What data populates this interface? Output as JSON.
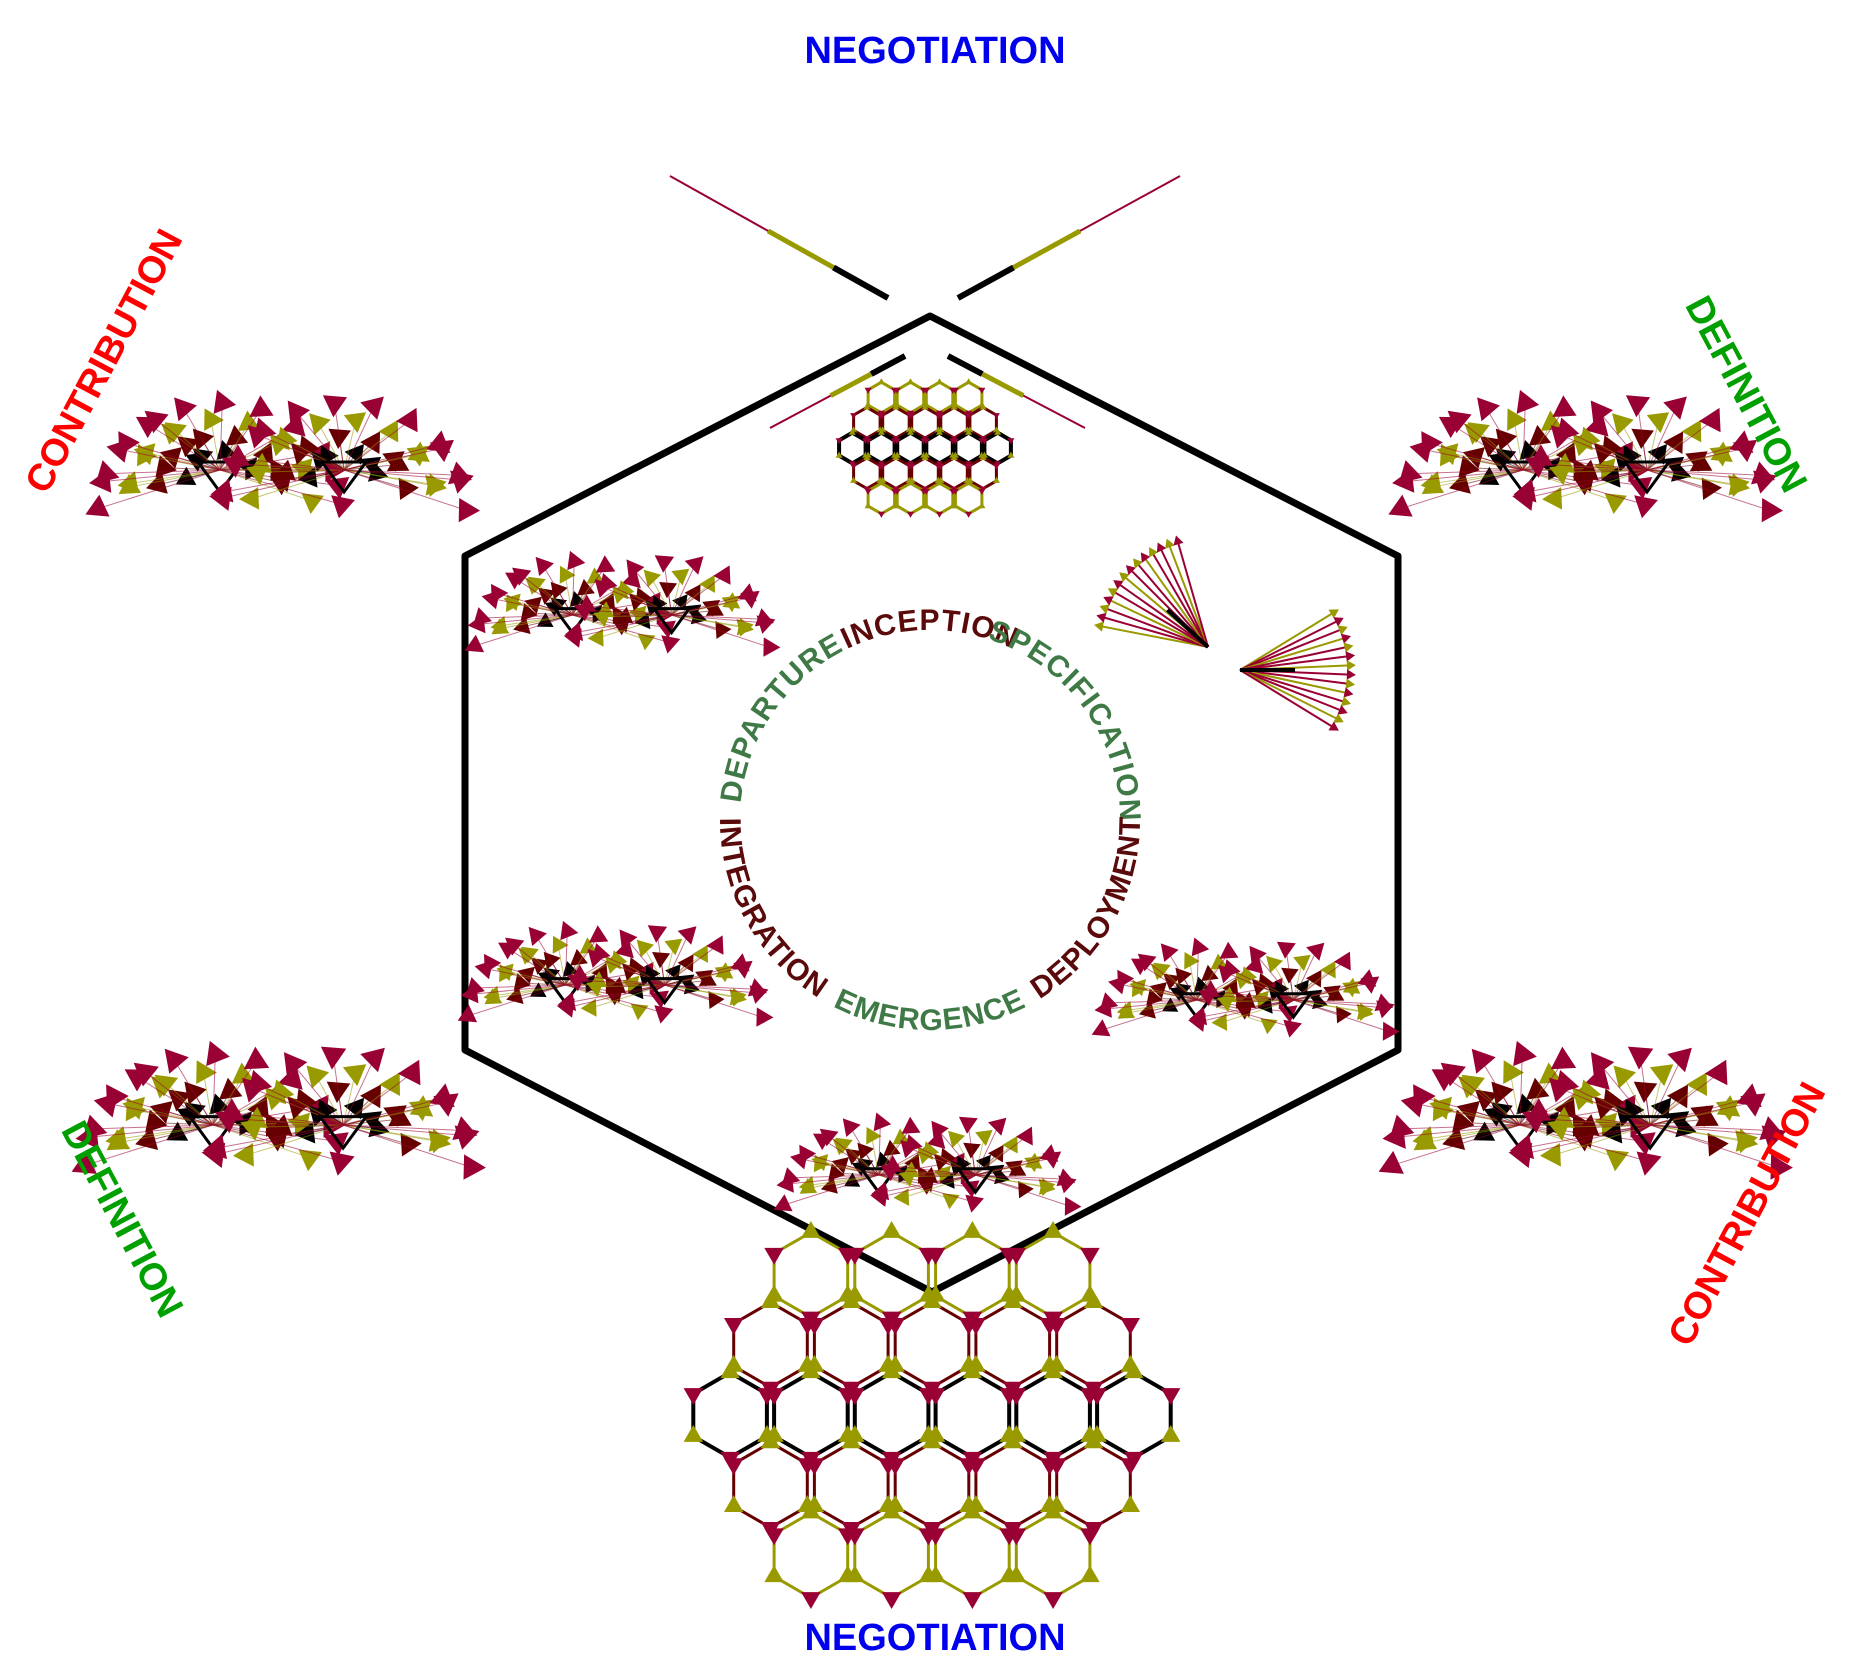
{
  "outer_labels": {
    "top": "NEGOTIATION",
    "bottom": "NEGOTIATION",
    "upper_left": "CONTRIBUTION",
    "upper_right": "DEFINITION",
    "lower_left": "DEFINITION",
    "lower_right": "CONTRIBUTION"
  },
  "cycle_labels": {
    "inception": "INCEPTION",
    "specification": "SPECIFICATION",
    "deployment": "DEPLOYMENT",
    "emergence": "EMERGENCE",
    "integration": "INTEGRATION",
    "departure": "DEPARTURE"
  },
  "colors": {
    "negotiation": "#0000ee",
    "contribution": "#ff0000",
    "definition": "#009900",
    "cycle_dark": "#5a0a0a",
    "cycle_green": "#3f7a46",
    "crimson": "#990033",
    "olive": "#999900",
    "maroon": "#660000",
    "black": "#000000"
  }
}
